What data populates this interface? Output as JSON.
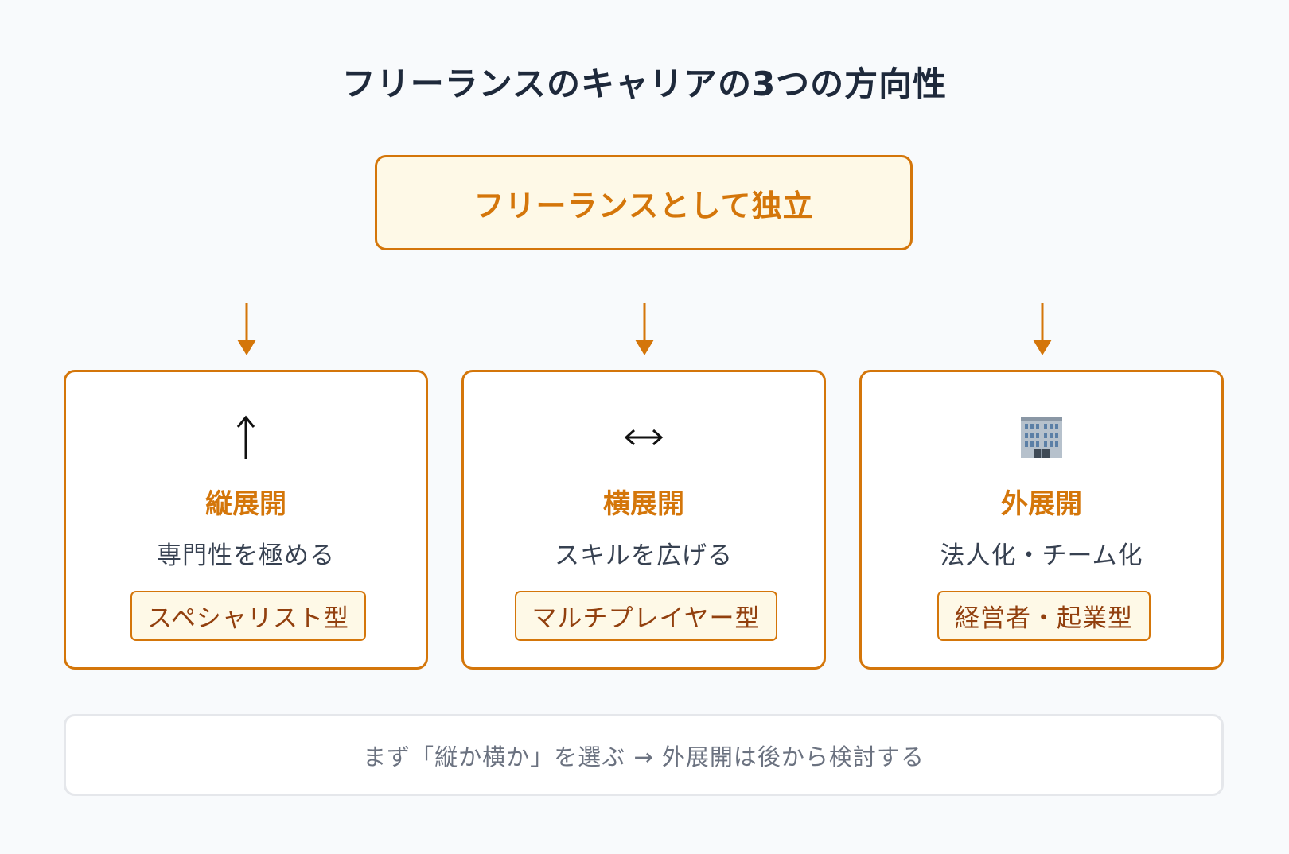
{
  "title": "フリーランスのキャリアの3つの方向性",
  "root": {
    "label": "フリーランスとして独立"
  },
  "cards": [
    {
      "icon": "up-arrow-icon",
      "heading": "縦展開",
      "description": "専門性を極める",
      "tag": "スペシャリスト型"
    },
    {
      "icon": "left-right-arrow-icon",
      "heading": "横展開",
      "description": "スキルを広げる",
      "tag": "マルチプレイヤー型"
    },
    {
      "icon": "office-building-icon",
      "heading": "外展開",
      "description": "法人化・チーム化",
      "tag": "経営者・起業型"
    }
  ],
  "footer": {
    "note": "まず「縦か横か」を選ぶ → 外展開は後から検討する"
  },
  "colors": {
    "accent": "#d4760a",
    "accent_bg": "#fef9e7",
    "title": "#1e293b",
    "background": "#f8fafc",
    "muted": "#6b7280"
  }
}
